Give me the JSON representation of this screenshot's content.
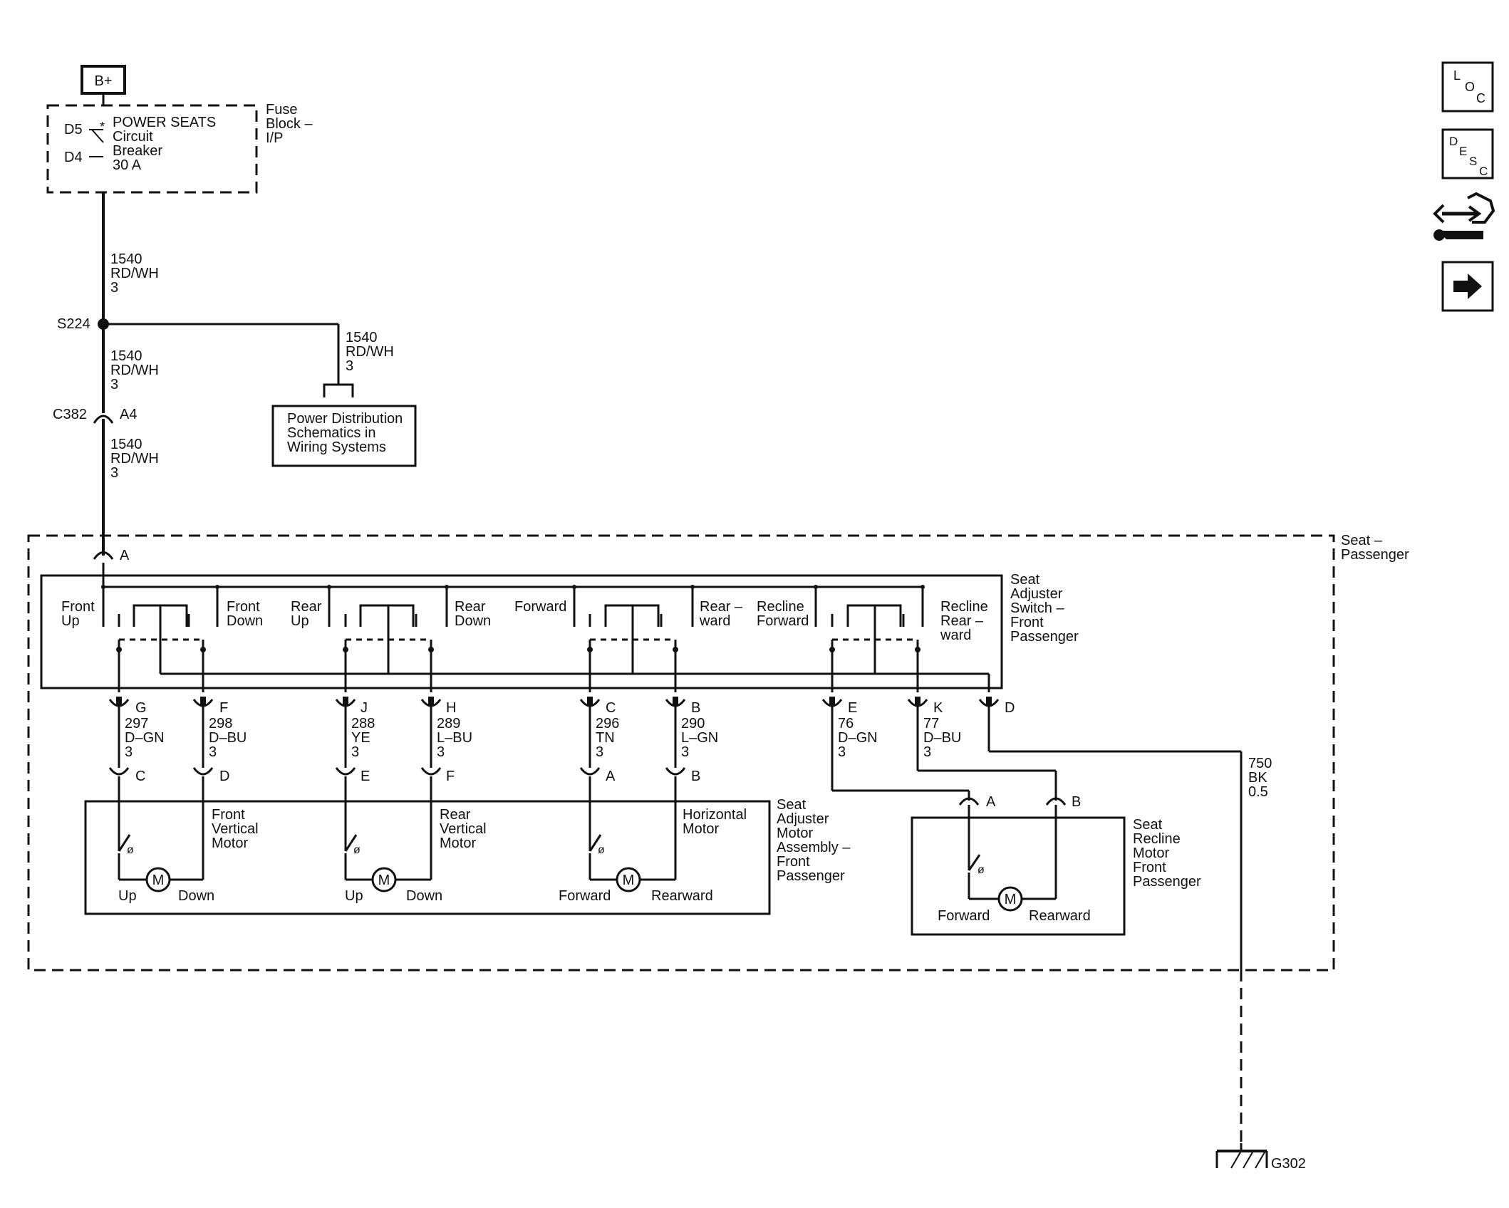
{
  "power": {
    "bplus": "B+",
    "d5": "D5",
    "d4": "D4",
    "breaker_name": "POWER SEATS",
    "breaker_l2": "Circuit",
    "breaker_l3": "Breaker",
    "breaker_l4": "30 A",
    "fuse_l1": "Fuse",
    "fuse_l2": "Block –",
    "fuse_l3": "I/P"
  },
  "feed": {
    "w1_l1": "1540",
    "w1_l2": "RD/WH",
    "w1_l3": "3",
    "splice": "S224",
    "w2_l1": "1540",
    "w2_l2": "RD/WH",
    "w2_l3": "3",
    "branch_l1": "1540",
    "branch_l2": "RD/WH",
    "branch_l3": "3",
    "pd_l1": "Power Distribution",
    "pd_l2": "Schematics in",
    "pd_l3": "Wiring Systems",
    "connector": "C382",
    "connector_pin": "A4",
    "w3_l1": "1540",
    "w3_l2": "RD/WH",
    "w3_l3": "3",
    "switch_pin_a": "A"
  },
  "seat": {
    "name_l1": "Seat –",
    "name_l2": "Passenger"
  },
  "switch": {
    "name_l1": "Seat",
    "name_l2": "Adjuster",
    "name_l3": "Switch –",
    "name_l4": "Front",
    "name_l5": "Passenger",
    "s1_left_l1": "Front",
    "s1_left_l2": "Up",
    "s1_right_l1": "Front",
    "s1_right_l2": "Down",
    "s2_left_l1": "Rear",
    "s2_left_l2": "Up",
    "s2_right_l1": "Rear",
    "s2_right_l2": "Down",
    "s3_left_l1": "Forward",
    "s3_right_l1": "Rear –",
    "s3_right_l2": "ward",
    "s4_left_l1": "Recline",
    "s4_left_l2": "Forward",
    "s4_right_l1": "Recline",
    "s4_right_l2": "Rear –",
    "s4_right_l3": "ward"
  },
  "circuits": [
    {
      "pin": "G",
      "num": "297",
      "color": "D–GN",
      "size": "3",
      "motor_pin": "C"
    },
    {
      "pin": "F",
      "num": "298",
      "color": "D–BU",
      "size": "3",
      "motor_pin": "D"
    },
    {
      "pin": "J",
      "num": "288",
      "color": "YE",
      "size": "3",
      "motor_pin": "E"
    },
    {
      "pin": "H",
      "num": "289",
      "color": "L–BU",
      "size": "3",
      "motor_pin": "F"
    },
    {
      "pin": "C",
      "num": "296",
      "color": "TN",
      "size": "3",
      "motor_pin": "A"
    },
    {
      "pin": "B",
      "num": "290",
      "color": "L–GN",
      "size": "3",
      "motor_pin": "B"
    },
    {
      "pin": "E",
      "num": "76",
      "color": "D–GN",
      "size": "3",
      "motor_pin": "A"
    },
    {
      "pin": "K",
      "num": "77",
      "color": "D–BU",
      "size": "3",
      "motor_pin": "B"
    }
  ],
  "ground_pin": "D",
  "ground_wire": {
    "num": "750",
    "color": "BK",
    "size": "0.5"
  },
  "ground": "G302",
  "motor_assembly": {
    "name_l1": "Seat",
    "name_l2": "Adjuster",
    "name_l3": "Motor",
    "name_l4": "Assembly –",
    "name_l5": "Front",
    "name_l6": "Passenger",
    "m1_l1": "Front",
    "m1_l2": "Vertical",
    "m1_l3": "Motor",
    "m1_a": "Up",
    "m1_b": "Down",
    "m2_l1": "Rear",
    "m2_l2": "Vertical",
    "m2_l3": "Motor",
    "m2_a": "Up",
    "m2_b": "Down",
    "m3_l1": "Horizontal",
    "m3_l2": "Motor",
    "m3_a": "Forward",
    "m3_b": "Rearward",
    "motor_symbol": "M"
  },
  "recline_motor": {
    "name_l1": "Seat",
    "name_l2": "Recline",
    "name_l3": "Motor",
    "name_l4": "Front",
    "name_l5": "Passenger",
    "pin_a": "A",
    "pin_b": "B",
    "label_a": "Forward",
    "label_b": "Rearward",
    "motor_symbol": "M"
  },
  "side_icons": {
    "loc_l": "L",
    "loc_o": "O",
    "loc_c": "C",
    "desc_d": "D",
    "desc_e": "E",
    "desc_s": "S",
    "desc_c": "C",
    "icon3": "connector-tool-icon",
    "icon4": "arrow-right-icon"
  }
}
